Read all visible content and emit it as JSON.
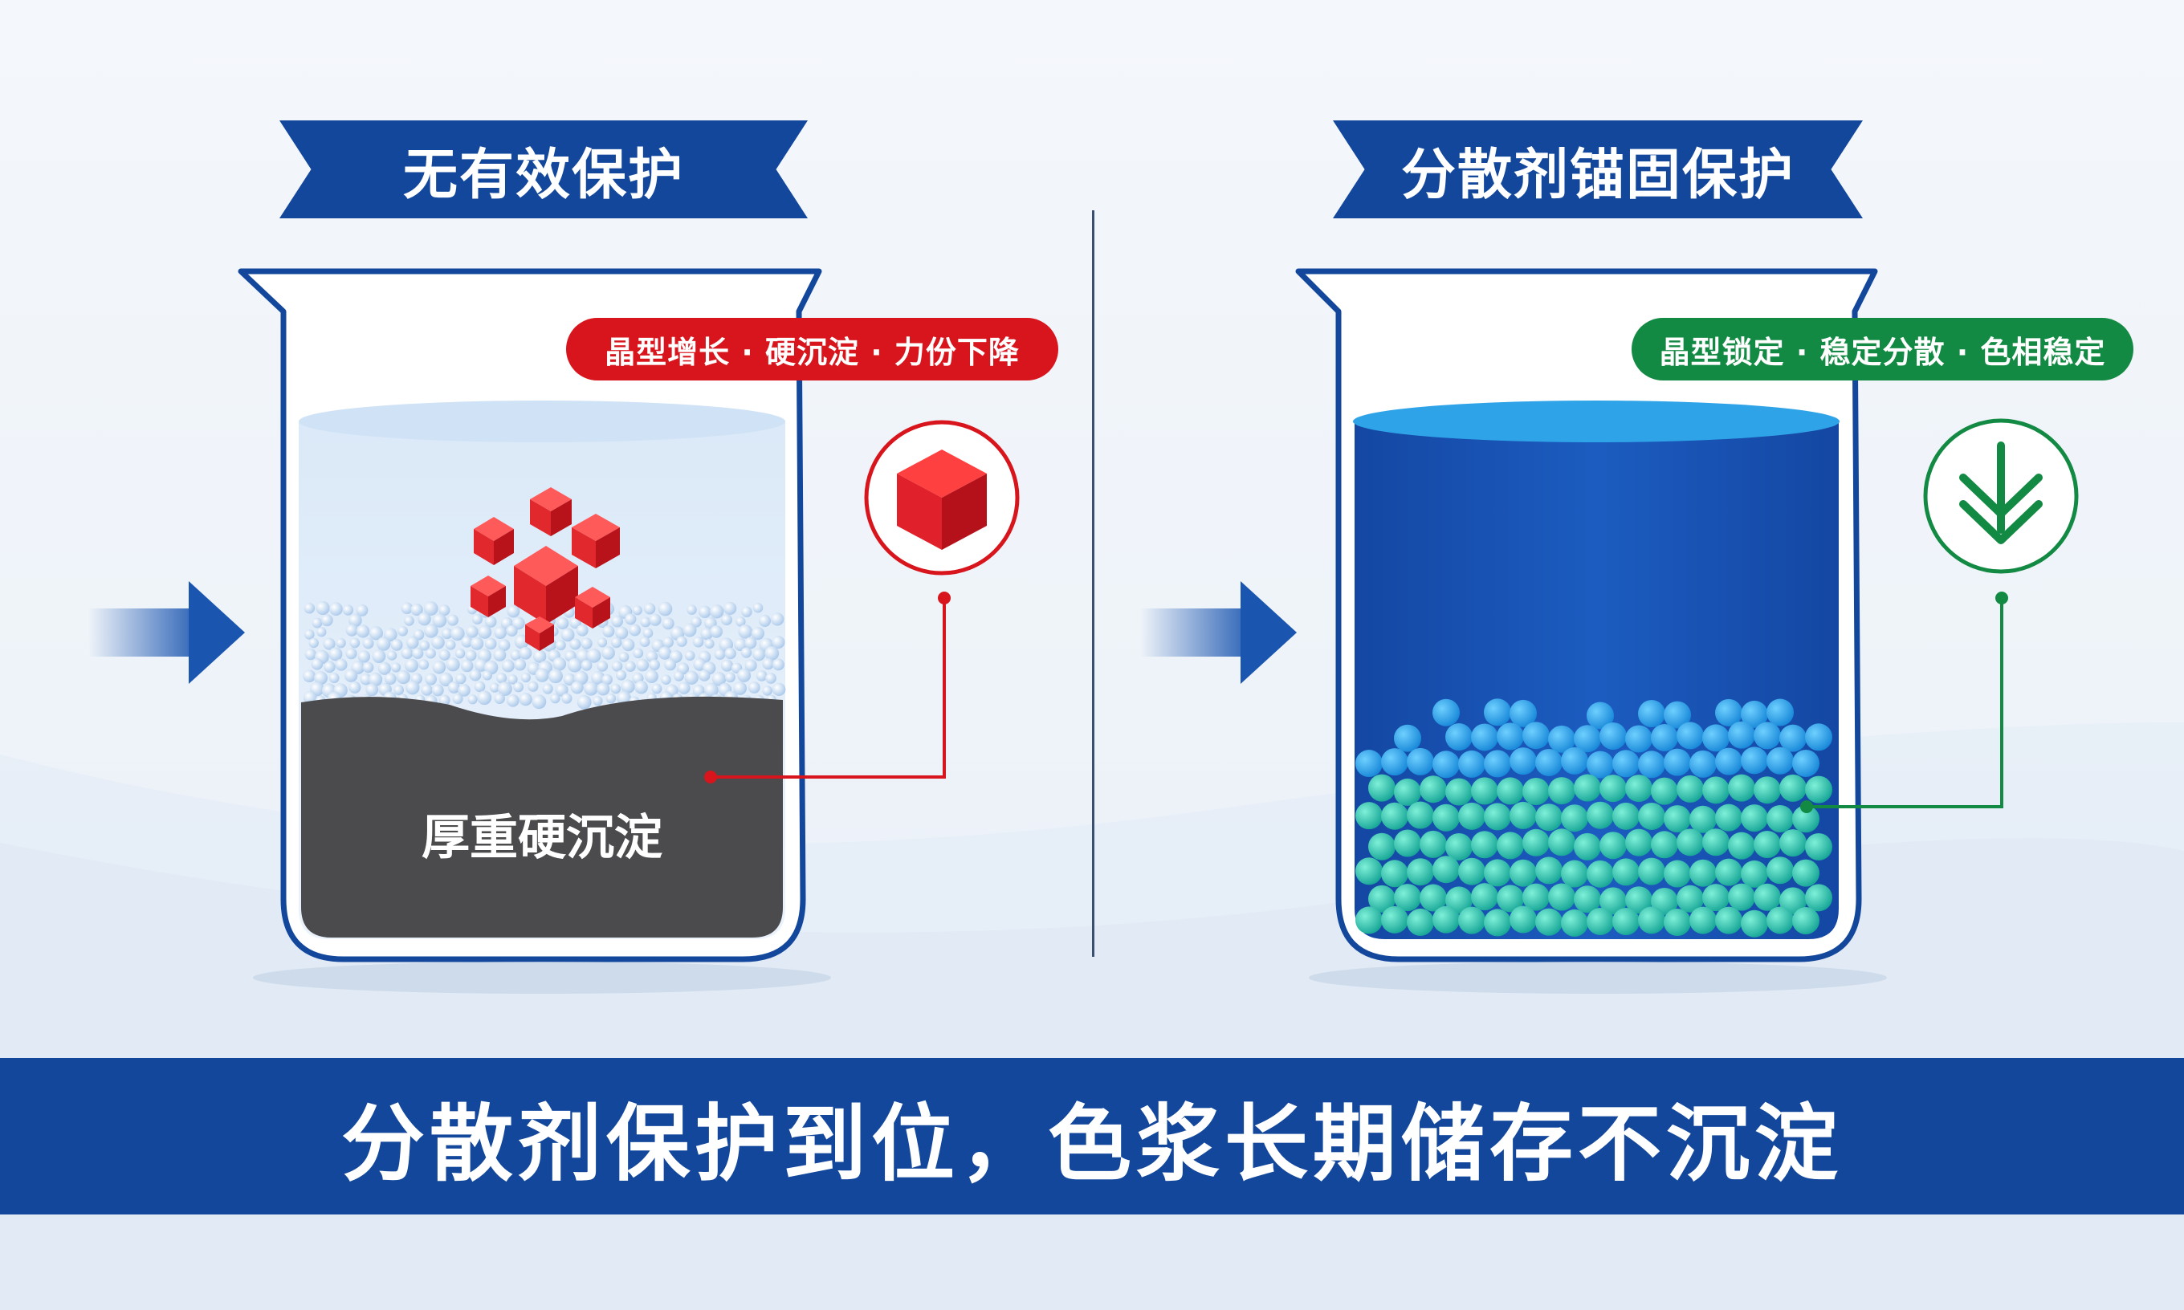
{
  "left": {
    "banner": "无有效保护",
    "pill": "晶型增长 · 硬沉淀 · 力份下降",
    "sediment_label": "厚重硬沉淀"
  },
  "right": {
    "banner": "分散剂锚固保护",
    "pill": "晶型锁定 · 稳定分散 · 色相稳定"
  },
  "bottom_banner": "分散剂保护到位，色浆长期储存不沉淀",
  "colors": {
    "brand_blue": "#12479c",
    "warning_red": "#d8151c",
    "success_green": "#138a43",
    "sediment_gray": "#4b4b4d",
    "dispersion_blue": "#1a55b0",
    "particle_teal": "#1fb7a6"
  },
  "icons": {
    "left_badge": "red-cube-icon",
    "right_badge": "green-down-arrows-icon",
    "flow_arrow": "right-arrow-icon"
  }
}
